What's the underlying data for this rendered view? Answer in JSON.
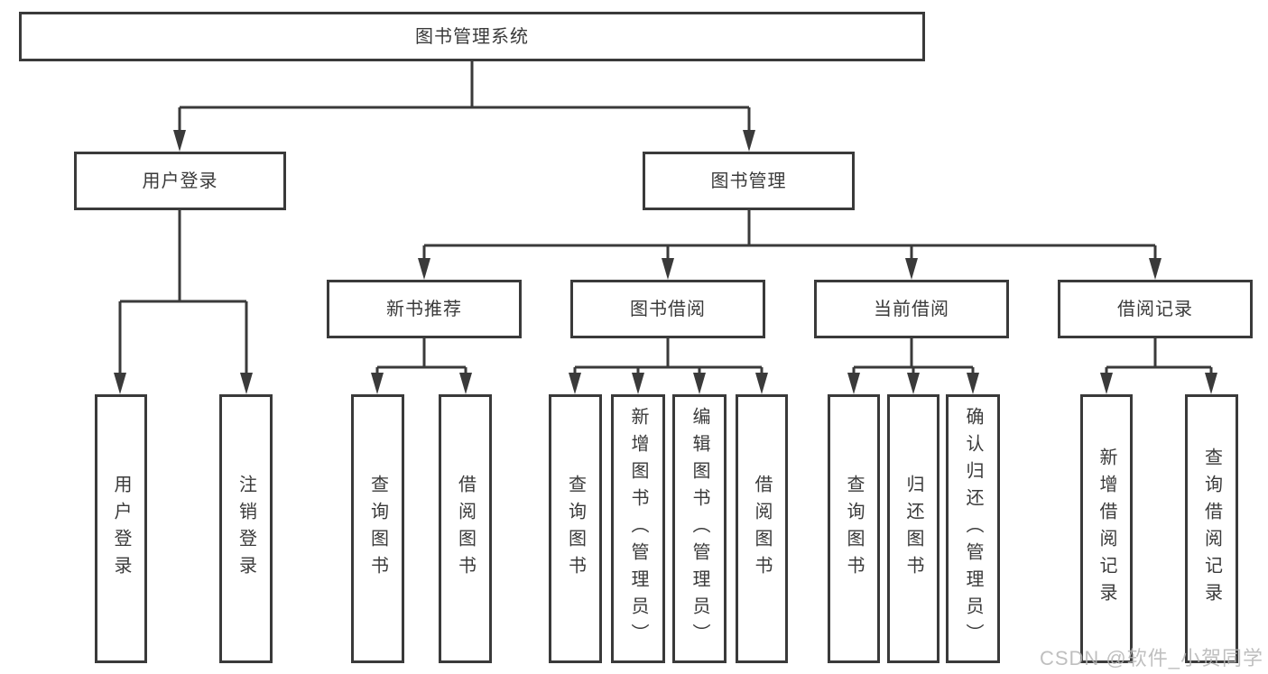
{
  "nodes": {
    "root": "图书管理系统",
    "l2_left": "用户登录",
    "l2_right": "图书管理",
    "l3_new_book": "新书推荐",
    "l3_book_borrow": "图书借阅",
    "l3_current_borrow": "当前借阅",
    "l3_borrow_records": "借阅记录",
    "leaf_user_login": "用户登录",
    "leaf_logout": "注销登录",
    "leaf_nb_query": "查询图书",
    "leaf_nb_borrow": "借阅图书",
    "leaf_bb_query": "查询图书",
    "leaf_bb_add": "新增图书（管理员）",
    "leaf_bb_edit": "编辑图书（管理员）",
    "leaf_bb_borrow": "借阅图书",
    "leaf_cb_query": "查询图书",
    "leaf_cb_return": "归还图书",
    "leaf_cb_confirm": "确认归还（管理员）",
    "leaf_br_add": "新增借阅记录",
    "leaf_br_query": "查询借阅记录"
  },
  "watermark": "CSDN @软件_小贺同学",
  "colors": {
    "line": "#3a3a3a",
    "text": "#3a3a3a",
    "box_bg": "#ffffff",
    "watermark": "#b5b5b5"
  }
}
